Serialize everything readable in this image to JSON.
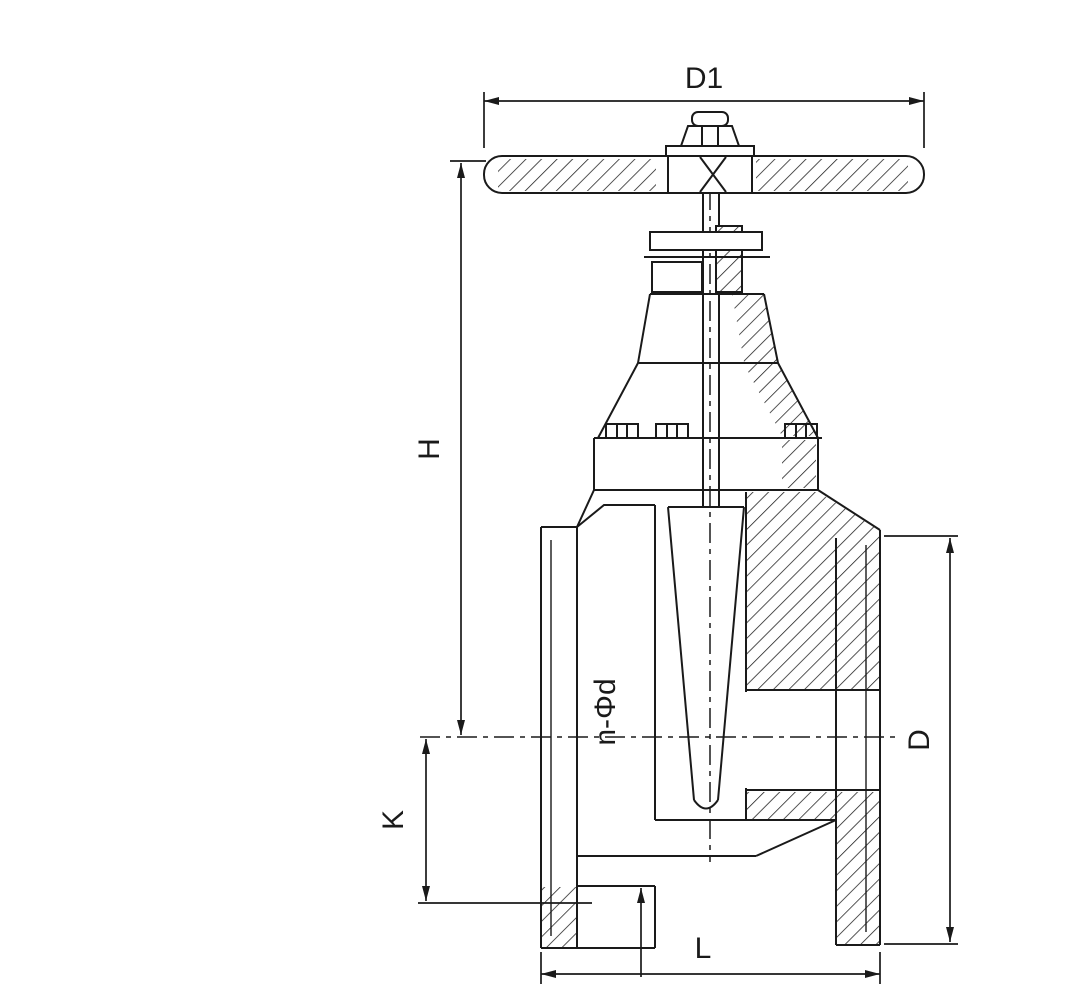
{
  "diagram": {
    "background_color": "#ffffff",
    "line_color": "#1a1a1a"
  },
  "labels": {
    "d1": "D1",
    "h": "H",
    "k": "K",
    "n_phi_d": "n-Φd",
    "d": "D",
    "l": "L"
  }
}
